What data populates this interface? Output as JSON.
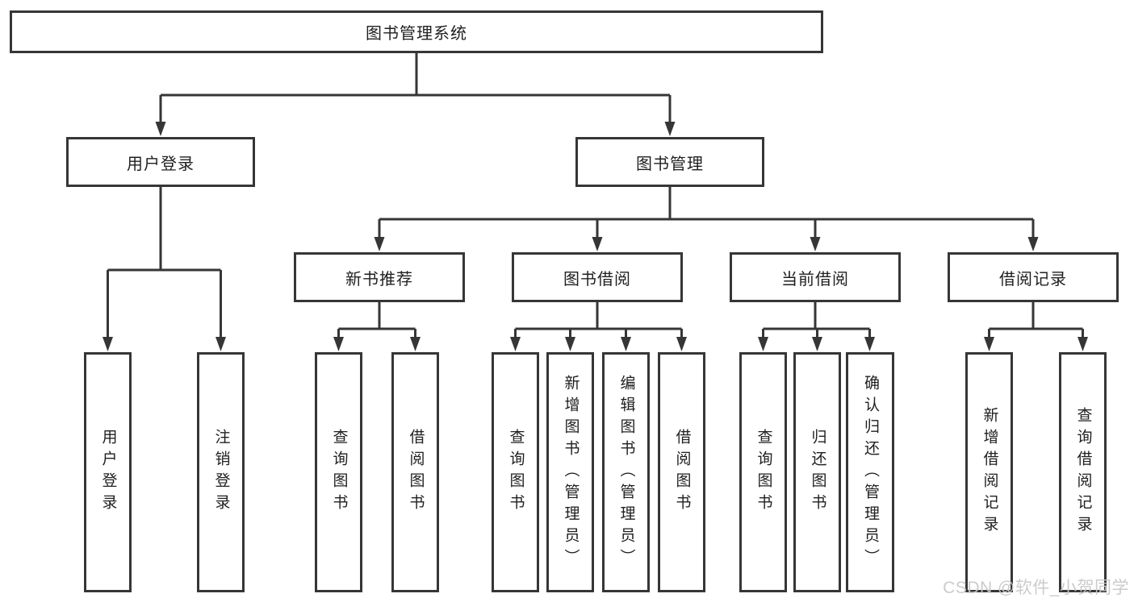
{
  "diagram": {
    "title": "图书管理系统",
    "root": {
      "label": "图书管理系统"
    },
    "branches": [
      {
        "label": "用户登录",
        "children": [
          {
            "label": "用户登录"
          },
          {
            "label": "注销登录"
          }
        ]
      },
      {
        "label": "图书管理",
        "sections": [
          {
            "label": "新书推荐",
            "children": [
              {
                "label": "查询图书"
              },
              {
                "label": "借阅图书"
              }
            ]
          },
          {
            "label": "图书借阅",
            "children": [
              {
                "label": "查询图书"
              },
              {
                "label": "新增图书（管理员）"
              },
              {
                "label": "编辑图书（管理员）"
              },
              {
                "label": "借阅图书"
              }
            ]
          },
          {
            "label": "当前借阅",
            "children": [
              {
                "label": "查询图书"
              },
              {
                "label": "归还图书"
              },
              {
                "label": "确认归还（管理员）"
              }
            ]
          },
          {
            "label": "借阅记录",
            "children": [
              {
                "label": "新增借阅记录"
              },
              {
                "label": "查询借阅记录"
              }
            ]
          }
        ]
      }
    ]
  },
  "watermark": {
    "text": "CSDN @软件_小贺同学"
  },
  "colors": {
    "line": "#363636",
    "text": "#1f1f1f",
    "background": "#ffffff",
    "watermark": "#c9c9c9"
  }
}
